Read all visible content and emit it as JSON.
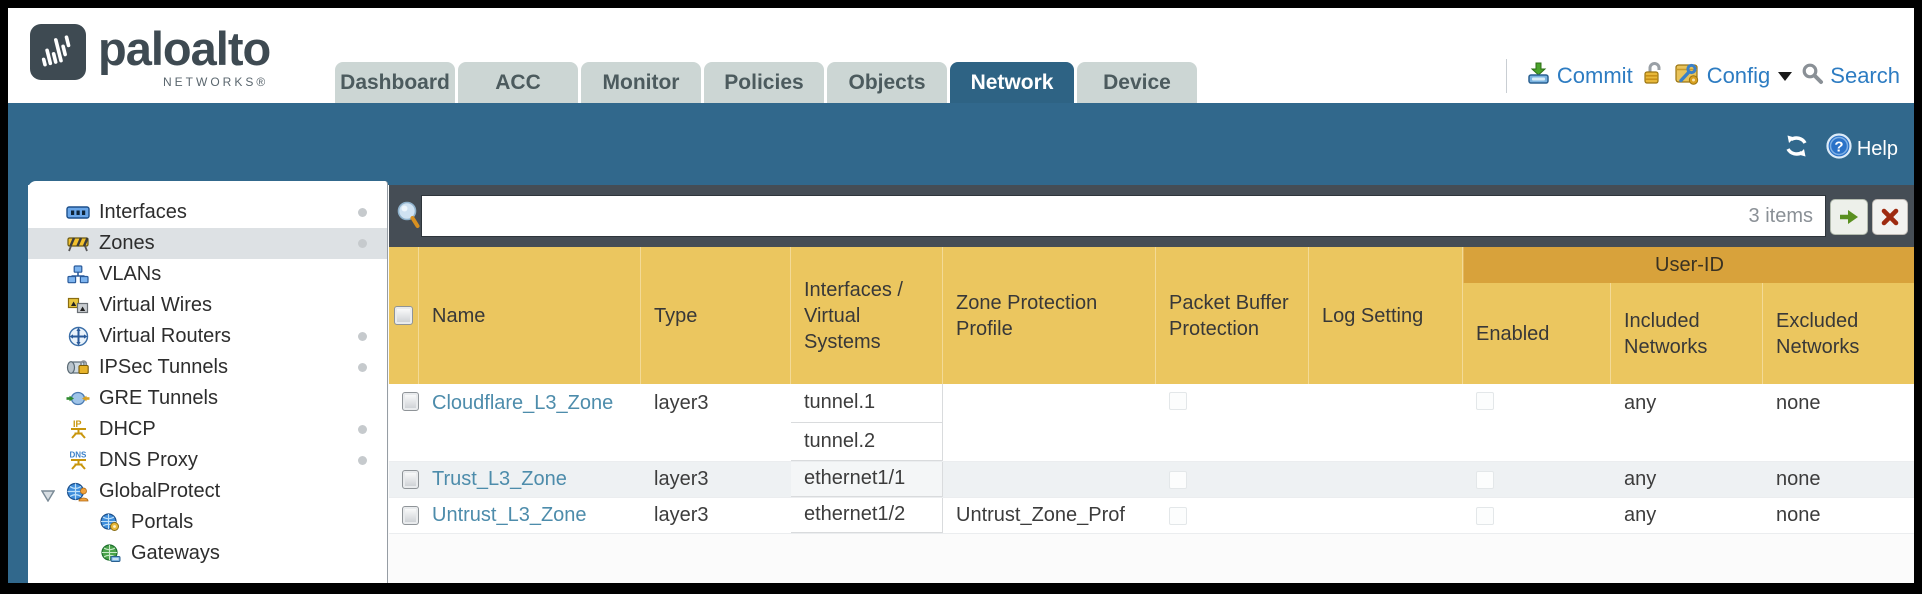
{
  "colors": {
    "band_teal": "#31688c",
    "active_tab": "#2e6384",
    "inactive_tab": "#ccd6d4",
    "table_header_amber": "#ebc65f",
    "user_id_band_amber": "#d8a23b",
    "filter_bar_gray": "#454d55",
    "link_blue": "#4d8cab",
    "action_blue": "#2d7cc2"
  },
  "header": {
    "brand": "paloalto",
    "brand_sub": "NETWORKS®",
    "tabs": [
      {
        "label": "Dashboard",
        "active": false
      },
      {
        "label": "ACC",
        "active": false
      },
      {
        "label": "Monitor",
        "active": false
      },
      {
        "label": "Policies",
        "active": false
      },
      {
        "label": "Objects",
        "active": false
      },
      {
        "label": "Network",
        "active": true
      },
      {
        "label": "Device",
        "active": false
      }
    ],
    "actions": {
      "commit_label": "Commit",
      "config_label": "Config",
      "search_label": "Search"
    }
  },
  "toolbar": {
    "help_label": "Help"
  },
  "filter_bar": {
    "query_value": "",
    "items_count": "3 items"
  },
  "sidebar": {
    "items": [
      {
        "label": "Interfaces",
        "icon": "interfaces-icon",
        "dot": true,
        "selected": false
      },
      {
        "label": "Zones",
        "icon": "zones-icon",
        "dot": true,
        "selected": true
      },
      {
        "label": "VLANs",
        "icon": "vlans-icon",
        "dot": false,
        "selected": false
      },
      {
        "label": "Virtual Wires",
        "icon": "virtual-wires-icon",
        "dot": false,
        "selected": false
      },
      {
        "label": "Virtual Routers",
        "icon": "virtual-routers-icon",
        "dot": true,
        "selected": false
      },
      {
        "label": "IPSec Tunnels",
        "icon": "ipsec-tunnels-icon",
        "dot": true,
        "selected": false
      },
      {
        "label": "GRE Tunnels",
        "icon": "gre-tunnels-icon",
        "dot": false,
        "selected": false
      },
      {
        "label": "DHCP",
        "icon": "dhcp-icon",
        "dot": true,
        "selected": false
      },
      {
        "label": "DNS Proxy",
        "icon": "dns-proxy-icon",
        "dot": true,
        "selected": false
      },
      {
        "label": "GlobalProtect",
        "icon": "globalprotect-icon",
        "dot": false,
        "selected": false,
        "expanded": true
      },
      {
        "label": "Portals",
        "icon": "portals-icon",
        "dot": false,
        "selected": false,
        "indent": 1
      },
      {
        "label": "Gateways",
        "icon": "gateways-icon",
        "dot": false,
        "selected": false,
        "indent": 1
      }
    ]
  },
  "table": {
    "group_header": "User-ID",
    "columns": [
      "Name",
      "Type",
      "Interfaces / Virtual Systems",
      "Zone Protection Profile",
      "Packet Buffer Protection",
      "Log Setting",
      "Enabled",
      "Included Networks",
      "Excluded Networks"
    ],
    "rows": [
      {
        "name": "Cloudflare_L3_Zone",
        "type": "layer3",
        "interfaces": [
          "tunnel.1",
          "tunnel.2"
        ],
        "zone_protection_profile": "",
        "log_setting": "",
        "included_networks": "any",
        "excluded_networks": "none"
      },
      {
        "name": "Trust_L3_Zone",
        "type": "layer3",
        "interfaces": [
          "ethernet1/1"
        ],
        "zone_protection_profile": "",
        "log_setting": "",
        "included_networks": "any",
        "excluded_networks": "none"
      },
      {
        "name": "Untrust_L3_Zone",
        "type": "layer3",
        "interfaces": [
          "ethernet1/2"
        ],
        "zone_protection_profile": "Untrust_Zone_Prof",
        "log_setting": "",
        "included_networks": "any",
        "excluded_networks": "none"
      }
    ]
  }
}
